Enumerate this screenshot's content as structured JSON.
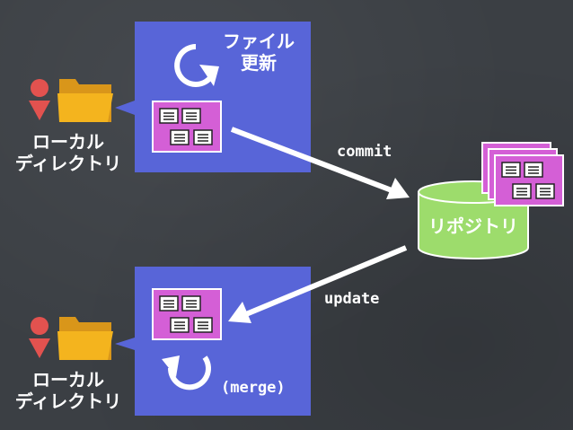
{
  "colors": {
    "background": "#3b3f44",
    "panel": "#5865d8",
    "file_block": "#d45fd6",
    "repo": "#9ddc6c",
    "person": "#e2524f",
    "folder": "#f4b41e",
    "arrow": "#ffffff"
  },
  "top_panel": {
    "title_line1": "ファイル",
    "title_line2": "更新"
  },
  "bottom_panel": {
    "note": "(merge)"
  },
  "local_top": {
    "line1": "ローカル",
    "line2": "ディレクトリ"
  },
  "local_bottom": {
    "line1": "ローカル",
    "line2": "ディレクトリ"
  },
  "repository": {
    "label": "リポジトリ"
  },
  "arrows": {
    "commit": "commit",
    "update": "update"
  }
}
